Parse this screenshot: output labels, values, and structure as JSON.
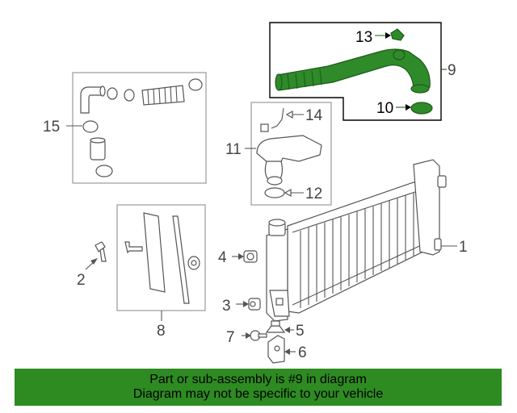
{
  "diagram": {
    "callouts": {
      "c1": "1",
      "c2": "2",
      "c3": "3",
      "c4": "4",
      "c5": "5",
      "c6": "6",
      "c7": "7",
      "c8": "8",
      "c9": "9",
      "c10": "10",
      "c11": "11",
      "c12": "12",
      "c13": "13",
      "c14": "14",
      "c15": "15"
    },
    "highlighted_part": "9",
    "highlight_color": "#2f8a2a"
  },
  "banner": {
    "line1": "Part or sub-assembly is #9 in diagram",
    "line2": "Diagram may not be specific to your vehicle",
    "background": "#2e8b22"
  }
}
